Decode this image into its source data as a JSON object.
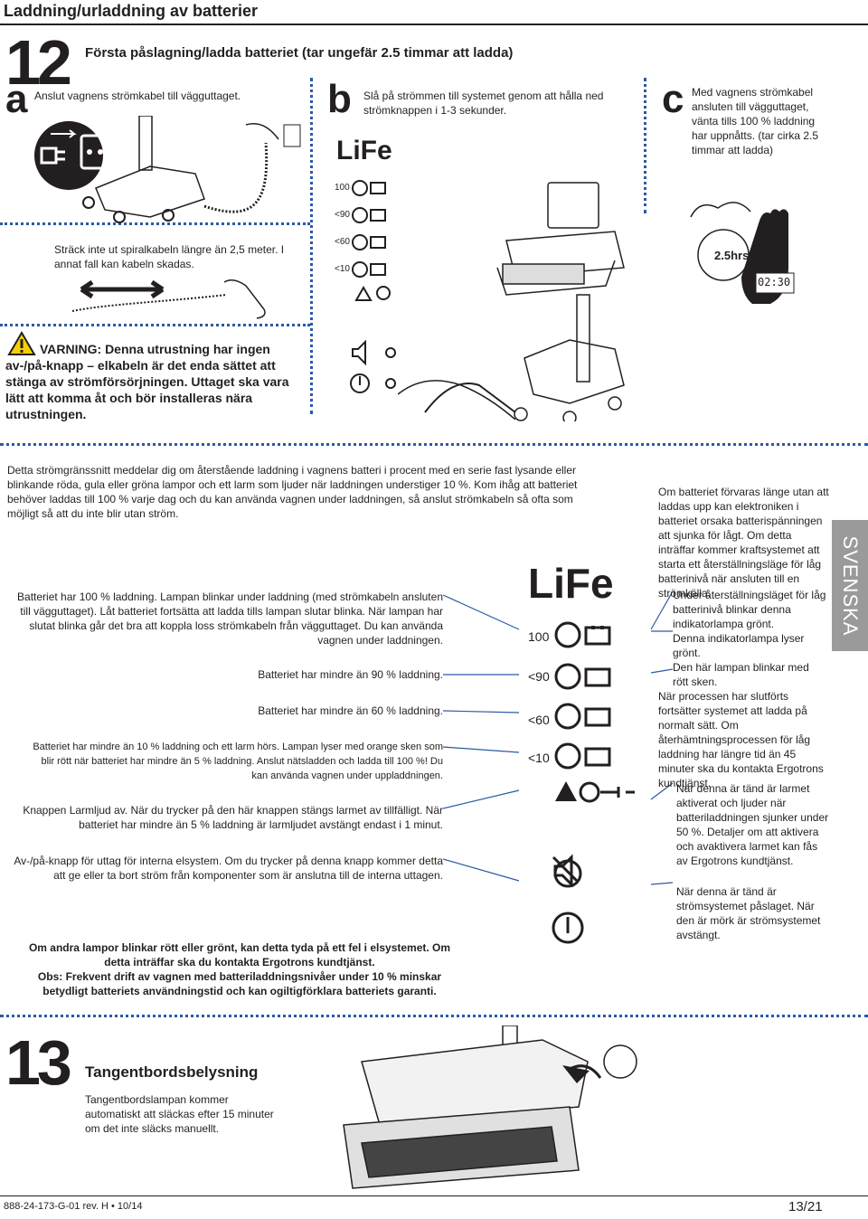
{
  "title": "Laddning/urladdning av batterier",
  "step12": {
    "number": "12",
    "heading": "Första påslagning/ladda batteriet (tar ungefär 2.5 timmar att ladda)",
    "a_letter": "a",
    "a_text": "Anslut vagnens strömkabel till vägguttaget.",
    "b_letter": "b",
    "b_text": "Slå på strömmen till systemet genom att hålla ned strömknappen i 1-3 sekunder.",
    "c_letter": "c",
    "c_text": "Med vagnens strömkabel ansluten till vägguttaget, vänta tills 100 % laddning har uppnåtts. (tar cirka 2.5 timmar att ladda)",
    "cable_note": "Sträck inte ut spiralkabeln längre än 2,5 meter. I annat fall kan kabeln skadas.",
    "warning": "VARNING: Denna utrustning har ingen av-/på-knapp – elkabeln är det enda sättet att stänga av strömförsörjningen. Uttaget ska vara lätt att komma åt och bör installeras nära utrustningen.",
    "life_small": "LiFe",
    "levels_small": [
      "100",
      "<90",
      "<60",
      "<10"
    ],
    "timer_label": "2.5hrs",
    "clock": "02:30"
  },
  "interface": {
    "intro": "Detta strömgränssnitt meddelar dig om återstående laddning i vagnens batteri i procent med en serie fast lysande eller blinkande röda, gula eller gröna lampor och ett larm som ljuder när laddningen understiger 10 %. Kom ihåg att batteriet behöver laddas till 100 % varje dag och du kan använda vagnen under laddningen, så anslut strömkabeln så ofta som möjligt så att du inte blir utan ström.",
    "life_big": "LiFe",
    "levels": [
      "100",
      "<90",
      "<60",
      "<10"
    ],
    "desc_100": "Batteriet har 100 % laddning. Lampan blinkar under laddning (med strömkabeln ansluten till vägguttaget). Låt batteriet fortsätta att ladda tills lampan slutar blinka. När lampan har slutat blinka går det bra att koppla loss strömkabeln från vägguttaget. Du kan använda vagnen under laddningen.",
    "desc_90": "Batteriet har mindre än 90 % laddning.",
    "desc_60": "Batteriet har mindre än 60 % laddning.",
    "desc_10": "Batteriet har mindre än 10 % laddning och ett larm hörs. Lampan lyser med orange sken som blir rött när batteriet har mindre än 5 % laddning. Anslut nätsladden och ladda till 100 %! Du kan använda vagnen under uppladdningen.",
    "desc_mute": "Knappen Larmljud av. När du trycker på den här knappen stängs larmet av tillfälligt. När batteriet har mindre än 5 % laddning är larmljudet avstängt endast i 1 minut.",
    "desc_power": "Av-/på-knapp för uttag för interna elsystem. Om du trycker på denna knapp kommer detta att ge eller ta bort ström från komponenter som är anslutna till de interna uttagen.",
    "bold_note1": "Om andra lampor blinkar rött eller grönt, kan detta tyda på ett fel i elsystemet. Om detta inträffar ska du kontakta Ergotrons kundtjänst.",
    "bold_note2": "Obs: Frekvent drift av vagnen med batteriladdningsnivåer under 10 % minskar betydligt batteriets användningstid och kan ogiltigförklara batteriets garanti.",
    "right_text": "Om batteriet förvaras länge utan att laddas upp kan elektroniken i batteriet orsaka batterispänningen att sjunka för lågt. Om detta inträffar kommer kraftsystemet att starta ett återställningsläge för låg batterinivå när ansluten till en strömkälla.",
    "right_bullet1": "Under återställningsläget för låg batterinivå blinkar denna indikatorlampa grönt.",
    "right_bullet2": "Denna indikatorlampa lyser grönt.",
    "right_bullet3": "Den här lampan blinkar med rött sken.",
    "right_text2": "När processen har slutförts fortsätter systemet att ladda på normalt sätt. Om återhämtningsprocessen för låg laddning har längre tid än 45 minuter ska du kontakta Ergotrons kundtjänst.",
    "right_alarm": "När denna är tänd är larmet aktiverat och ljuder när batteriladdningen sjunker under 50 %. Detaljer om att aktivera och avaktivera larmet kan fås av Ergotrons kundtjänst.",
    "right_power": "När denna är tänd är strömsystemet påslaget. När den är mörk är strömsystemet avstängt."
  },
  "side_tab": "SVENSKA",
  "step13": {
    "number": "13",
    "heading": "Tangentbordsbelysning",
    "text": "Tangentbordslampan kommer automatiskt att släckas efter 15 minuter om det inte släcks manuellt."
  },
  "footer": {
    "doc": "888-24-173-G-01 rev. H • 10/14",
    "page": "13/21"
  }
}
